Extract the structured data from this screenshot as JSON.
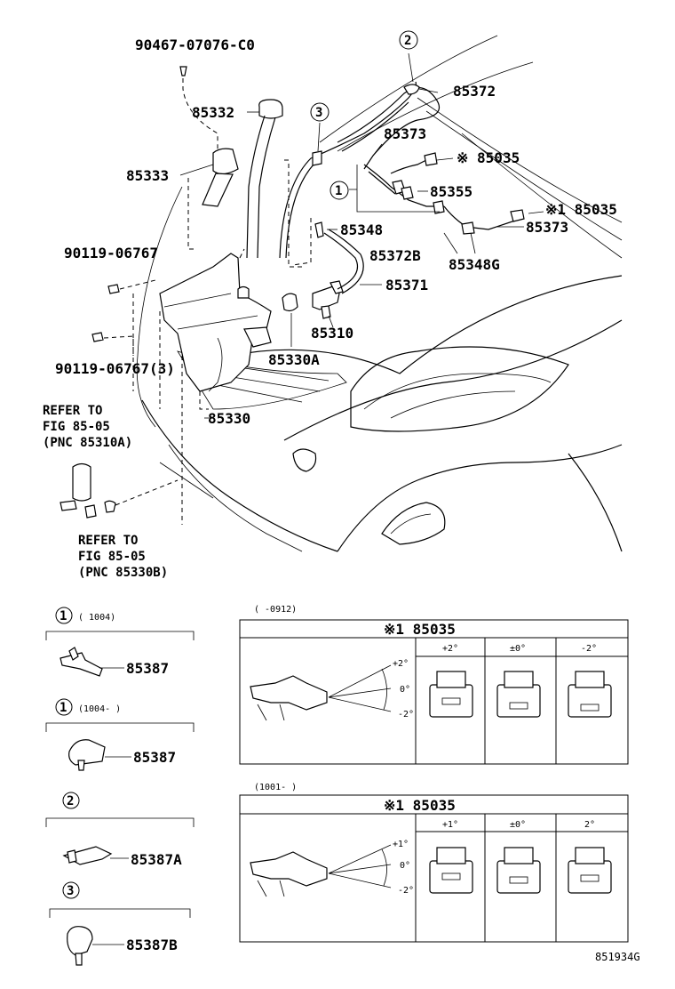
{
  "labels": {
    "p90467": "90467-07076-C0",
    "p85332": "85332",
    "p85333": "85333",
    "p85372": "85372",
    "p85373a": "85373",
    "p85035a": "※ 85035",
    "p85355": "85355",
    "p85035b": "※1 85035",
    "p85348": "85348",
    "p85373b": "85373",
    "p85372b": "85372B",
    "p85348g": "85348G",
    "p90119a": "90119-06767",
    "p85371": "85371",
    "p85310": "85310",
    "p85330a": "85330A",
    "p90119b": "90119-06767(3)",
    "p85330": "85330",
    "refer1_l1": "REFER TO",
    "refer1_l2": "FIG 85-05",
    "refer1_l3": "(PNC 85310A)",
    "refer2_l1": "REFER TO",
    "refer2_l2": "FIG 85-05",
    "refer2_l3": "(PNC 85330B)",
    "code": "851934G"
  },
  "callouts": {
    "c1": "1",
    "c2": "2",
    "c3": "3"
  },
  "legend": {
    "item1a_num": "1",
    "item1a_date": "(        1004)",
    "item1a_part": "85387",
    "item1b_num": "1",
    "item1b_date": "(1004-      )",
    "item1b_part": "85387",
    "item2_num": "2",
    "item2_part": "85387A",
    "item3_num": "3",
    "item3_part": "85387B"
  },
  "table1": {
    "date": "(      -0912)",
    "title": "※1 85035",
    "cols": [
      "+2°",
      "±0°",
      "-2°"
    ],
    "angle_up": "+2°",
    "angle_mid": "0°",
    "angle_dn": "-2°"
  },
  "table2": {
    "date": "(1001-      )",
    "title": "※1 85035",
    "cols": [
      "+1°",
      "±0°",
      "2°"
    ],
    "angle_up": "+1°",
    "angle_mid": "0°",
    "angle_dn": "-2°"
  }
}
